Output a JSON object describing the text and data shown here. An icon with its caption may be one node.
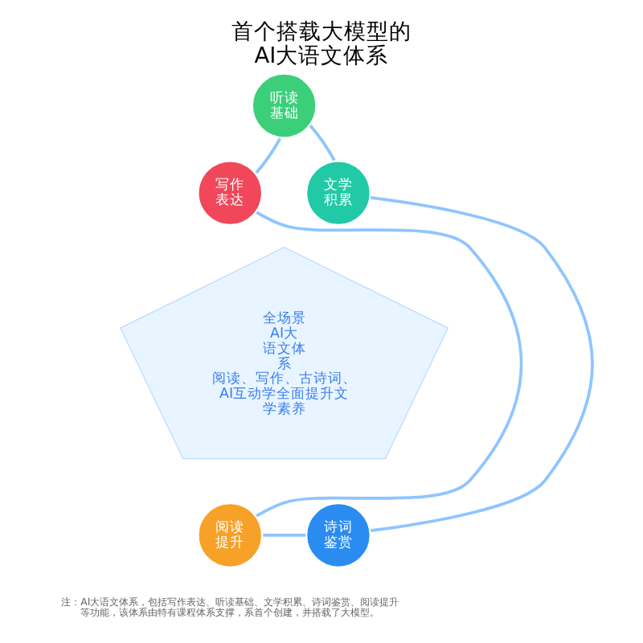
{
  "diagram": {
    "title": "首个搭载大模型的AI大语文体系",
    "nodes": [
      {
        "text": [
          "听读基础"
        ]
      },
      {
        "text": [
          "写作表达"
        ]
      },
      {
        "text": [
          "文学积累"
        ]
      },
      {
        "text": [
          "全场景AI大语文体系",
          "阅读、写作、古诗词、AI互动学全面提升文学素养"
        ]
      },
      {
        "text": [
          "阅读提升"
        ]
      },
      {
        "text": [
          "诗词鉴赏"
        ]
      }
    ],
    "edges": [
      {
        "from": 0,
        "to": 2,
        "arrow": "none"
      },
      {
        "from": 2,
        "to": 5,
        "arrow": "none"
      },
      {
        "from": 5,
        "to": 4,
        "arrow": "none"
      },
      {
        "from": 4,
        "to": 1,
        "arrow": "none"
      },
      {
        "from": 1,
        "to": 0,
        "arrow": "none"
      }
    ],
    "labels": [
      "注：AI大语文体系，包括写作表达、听读基础、文学积累、诗词鉴赏、阅读提升等功能，该体系由特有课程体系支撑，系首个创建，并搭载了大模型。"
    ]
  }
}
